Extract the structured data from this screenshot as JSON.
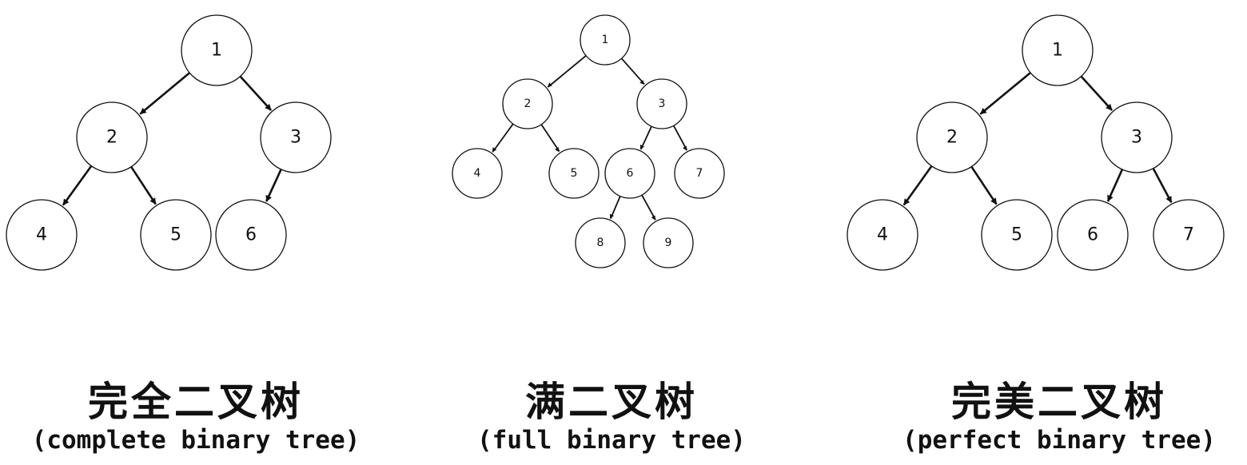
{
  "colors": {
    "stroke": "#111111",
    "node_fill": "#ffffff",
    "background": "#ffffff"
  },
  "trees": [
    {
      "title_zh": "完全二叉树",
      "title_en": "(complete binary tree)",
      "nodes": [
        {
          "id": "1",
          "label": "1"
        },
        {
          "id": "2",
          "label": "2"
        },
        {
          "id": "3",
          "label": "3"
        },
        {
          "id": "4",
          "label": "4"
        },
        {
          "id": "5",
          "label": "5"
        },
        {
          "id": "6",
          "label": "6"
        }
      ],
      "edges": [
        [
          "1",
          "2"
        ],
        [
          "1",
          "3"
        ],
        [
          "2",
          "4"
        ],
        [
          "2",
          "5"
        ],
        [
          "3",
          "6"
        ]
      ]
    },
    {
      "title_zh": "满二叉树",
      "title_en": "(full binary tree)",
      "nodes": [
        {
          "id": "1",
          "label": "1"
        },
        {
          "id": "2",
          "label": "2"
        },
        {
          "id": "3",
          "label": "3"
        },
        {
          "id": "4",
          "label": "4"
        },
        {
          "id": "5",
          "label": "5"
        },
        {
          "id": "6",
          "label": "6"
        },
        {
          "id": "7",
          "label": "7"
        },
        {
          "id": "8",
          "label": "8"
        },
        {
          "id": "9",
          "label": "9"
        }
      ],
      "edges": [
        [
          "1",
          "2"
        ],
        [
          "1",
          "3"
        ],
        [
          "2",
          "4"
        ],
        [
          "2",
          "5"
        ],
        [
          "3",
          "6"
        ],
        [
          "3",
          "7"
        ],
        [
          "6",
          "8"
        ],
        [
          "6",
          "9"
        ]
      ]
    },
    {
      "title_zh": "完美二叉树",
      "title_en": "(perfect binary tree)",
      "nodes": [
        {
          "id": "1",
          "label": "1"
        },
        {
          "id": "2",
          "label": "2"
        },
        {
          "id": "3",
          "label": "3"
        },
        {
          "id": "4",
          "label": "4"
        },
        {
          "id": "5",
          "label": "5"
        },
        {
          "id": "6",
          "label": "6"
        },
        {
          "id": "7",
          "label": "7"
        }
      ],
      "edges": [
        [
          "1",
          "2"
        ],
        [
          "1",
          "3"
        ],
        [
          "2",
          "4"
        ],
        [
          "2",
          "5"
        ],
        [
          "3",
          "6"
        ],
        [
          "3",
          "7"
        ]
      ]
    }
  ]
}
